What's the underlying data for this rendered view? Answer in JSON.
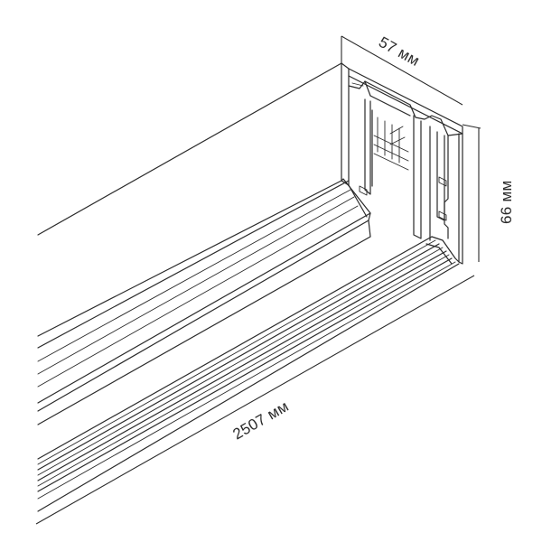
{
  "dimensions": {
    "width_label": "57 мм",
    "height_label": "66 мм",
    "length_label": "2507 мм"
  },
  "colors": {
    "line": "#2a2a2a",
    "background": "#ffffff"
  }
}
